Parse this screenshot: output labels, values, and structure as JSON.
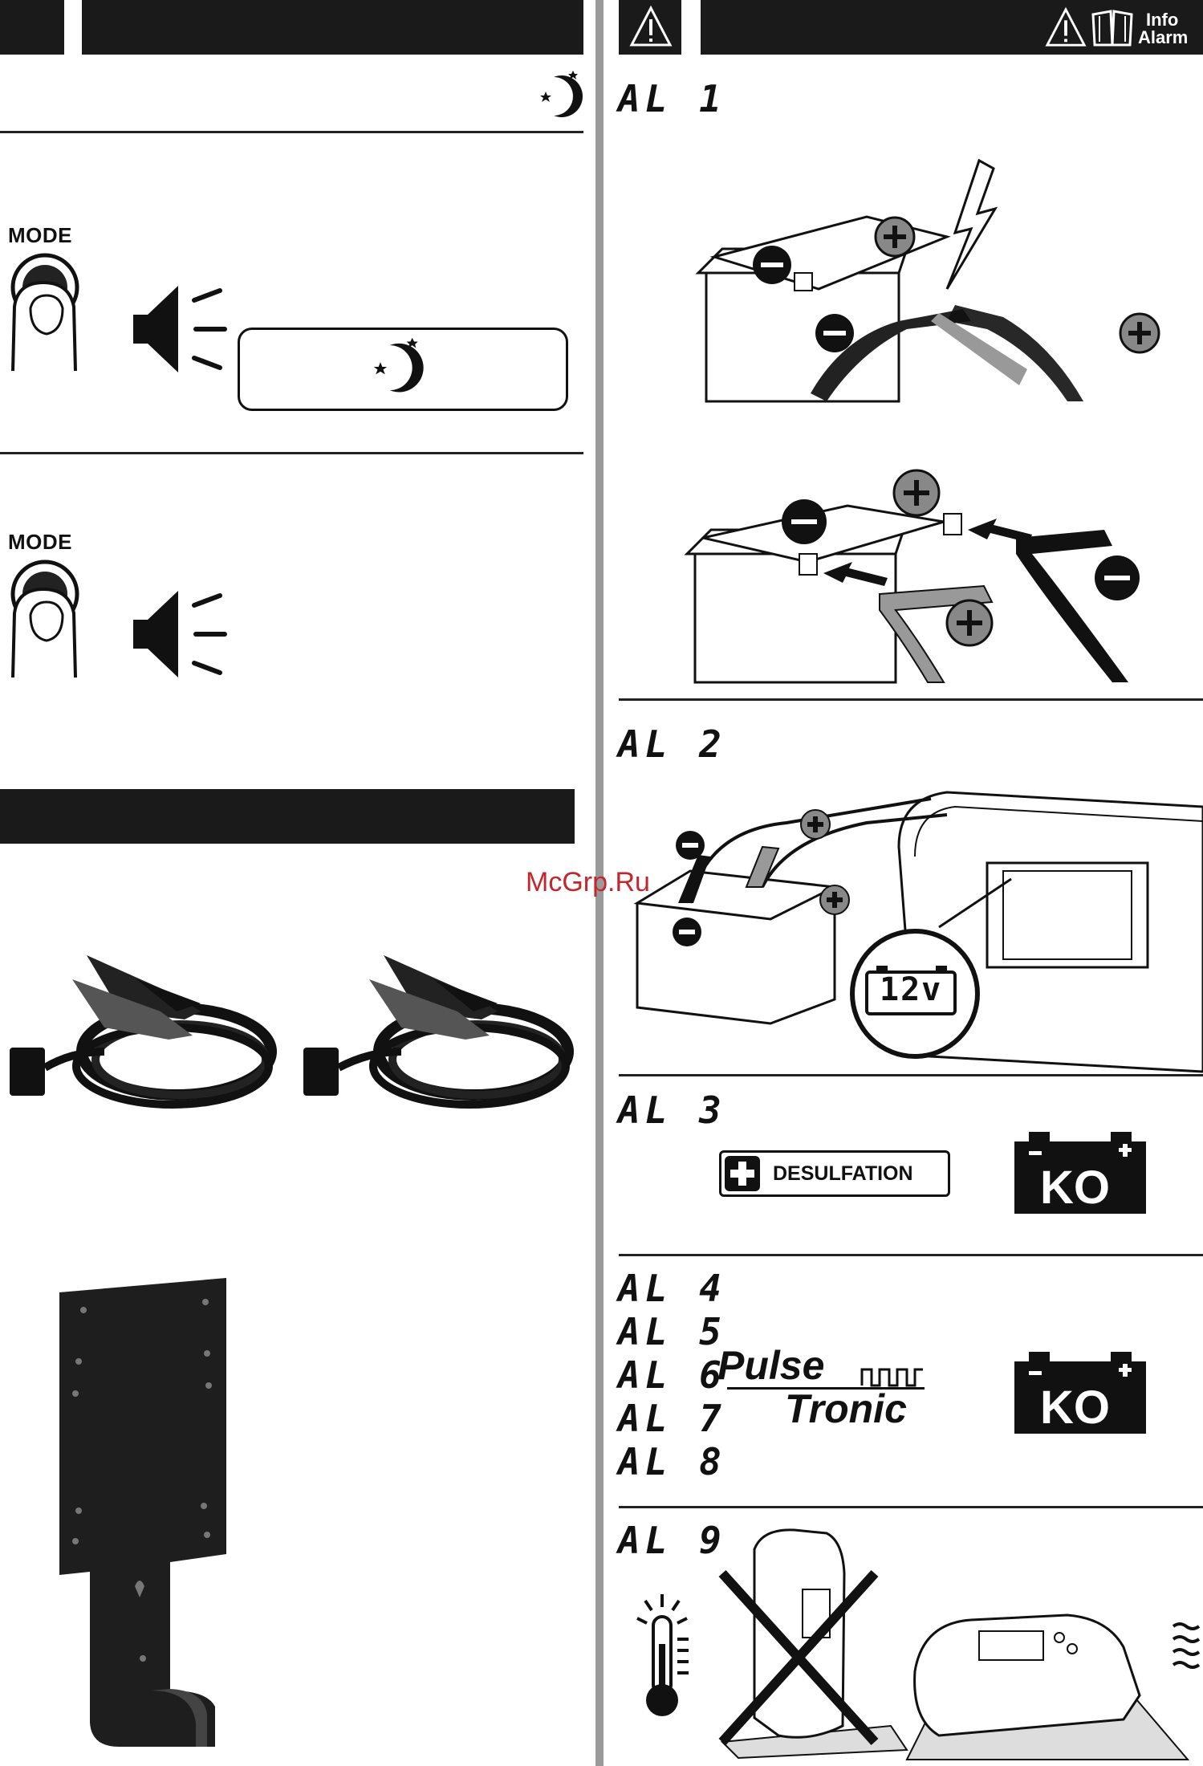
{
  "header": {
    "info_line1": "Info",
    "info_line2": "Alarm"
  },
  "left": {
    "mode_label_1": "MODE",
    "mode_label_2": "MODE"
  },
  "alarms": {
    "al1": "AL 1",
    "al2": "AL 2",
    "al3": "AL 3",
    "al4": "AL 4",
    "al5": "AL 5",
    "al6": "AL 6",
    "al7": "AL 7",
    "al8": "AL 8",
    "al9": "AL 9"
  },
  "al2_display": "12v",
  "al3": {
    "desulfation_label": "DESULFATION",
    "ko_label": "KO"
  },
  "al48": {
    "brand_line1": "Pulse",
    "brand_line2": "Tronic",
    "ko_label": "KO"
  },
  "watermark": "McGrp.Ru",
  "icons": [
    "moon-stars-icon",
    "finger-press-icon",
    "speaker-icon",
    "warning-icon",
    "book-icon",
    "battery-icon",
    "plus-icon",
    "minus-icon",
    "thermometer-icon",
    "heat-waves-icon"
  ],
  "colors": {
    "ink": "#1a1a1a",
    "paper": "#ffffff",
    "watermark": "#c1272d",
    "divider": "#9a9a9a"
  }
}
